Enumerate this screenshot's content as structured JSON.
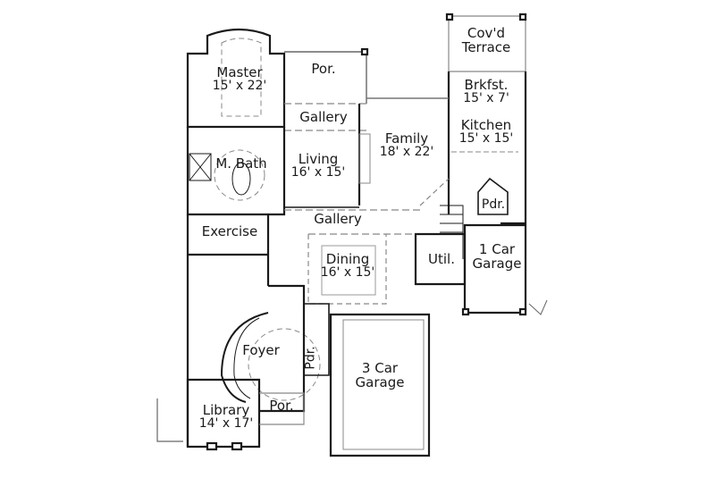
{
  "plan": {
    "type": "floor-plan",
    "wall_color": "#1a1a1a",
    "background": "#ffffff",
    "rooms": [
      {
        "id": "master",
        "name": "Master",
        "dims": "15' x 22'"
      },
      {
        "id": "porch-rear",
        "name": "Por.",
        "dims": ""
      },
      {
        "id": "gallery-upper",
        "name": "Gallery",
        "dims": ""
      },
      {
        "id": "covd-terrace",
        "name": "Cov'd Terrace",
        "line1": "Cov'd",
        "line2": "Terrace",
        "dims": ""
      },
      {
        "id": "brkfst",
        "name": "Brkfst.",
        "dims": "15' x 7'"
      },
      {
        "id": "kitchen",
        "name": "Kitchen",
        "dims": "15' x 15'"
      },
      {
        "id": "family",
        "name": "Family",
        "dims": "18' x 22'"
      },
      {
        "id": "m-bath",
        "name": "M. Bath",
        "dims": ""
      },
      {
        "id": "living",
        "name": "Living",
        "dims": "16' x 15'"
      },
      {
        "id": "pdr-upper",
        "name": "Pdr.",
        "dims": ""
      },
      {
        "id": "gallery-main",
        "name": "Gallery",
        "dims": ""
      },
      {
        "id": "exercise",
        "name": "Exercise",
        "dims": ""
      },
      {
        "id": "dining",
        "name": "Dining",
        "dims": "16' x 15'"
      },
      {
        "id": "util",
        "name": "Util.",
        "dims": ""
      },
      {
        "id": "one-car-garage",
        "name": "1 Car Garage",
        "line1": "1 Car",
        "line2": "Garage",
        "dims": ""
      },
      {
        "id": "foyer",
        "name": "Foyer",
        "dims": ""
      },
      {
        "id": "pdr-lower",
        "name": "Pdr.",
        "dims": ""
      },
      {
        "id": "three-car-garage",
        "name": "3 Car Garage",
        "line1": "3 Car",
        "line2": "Garage",
        "dims": ""
      },
      {
        "id": "library",
        "name": "Library",
        "dims": "14' x 17'"
      },
      {
        "id": "porch-front",
        "name": "Por.",
        "dims": ""
      }
    ]
  }
}
